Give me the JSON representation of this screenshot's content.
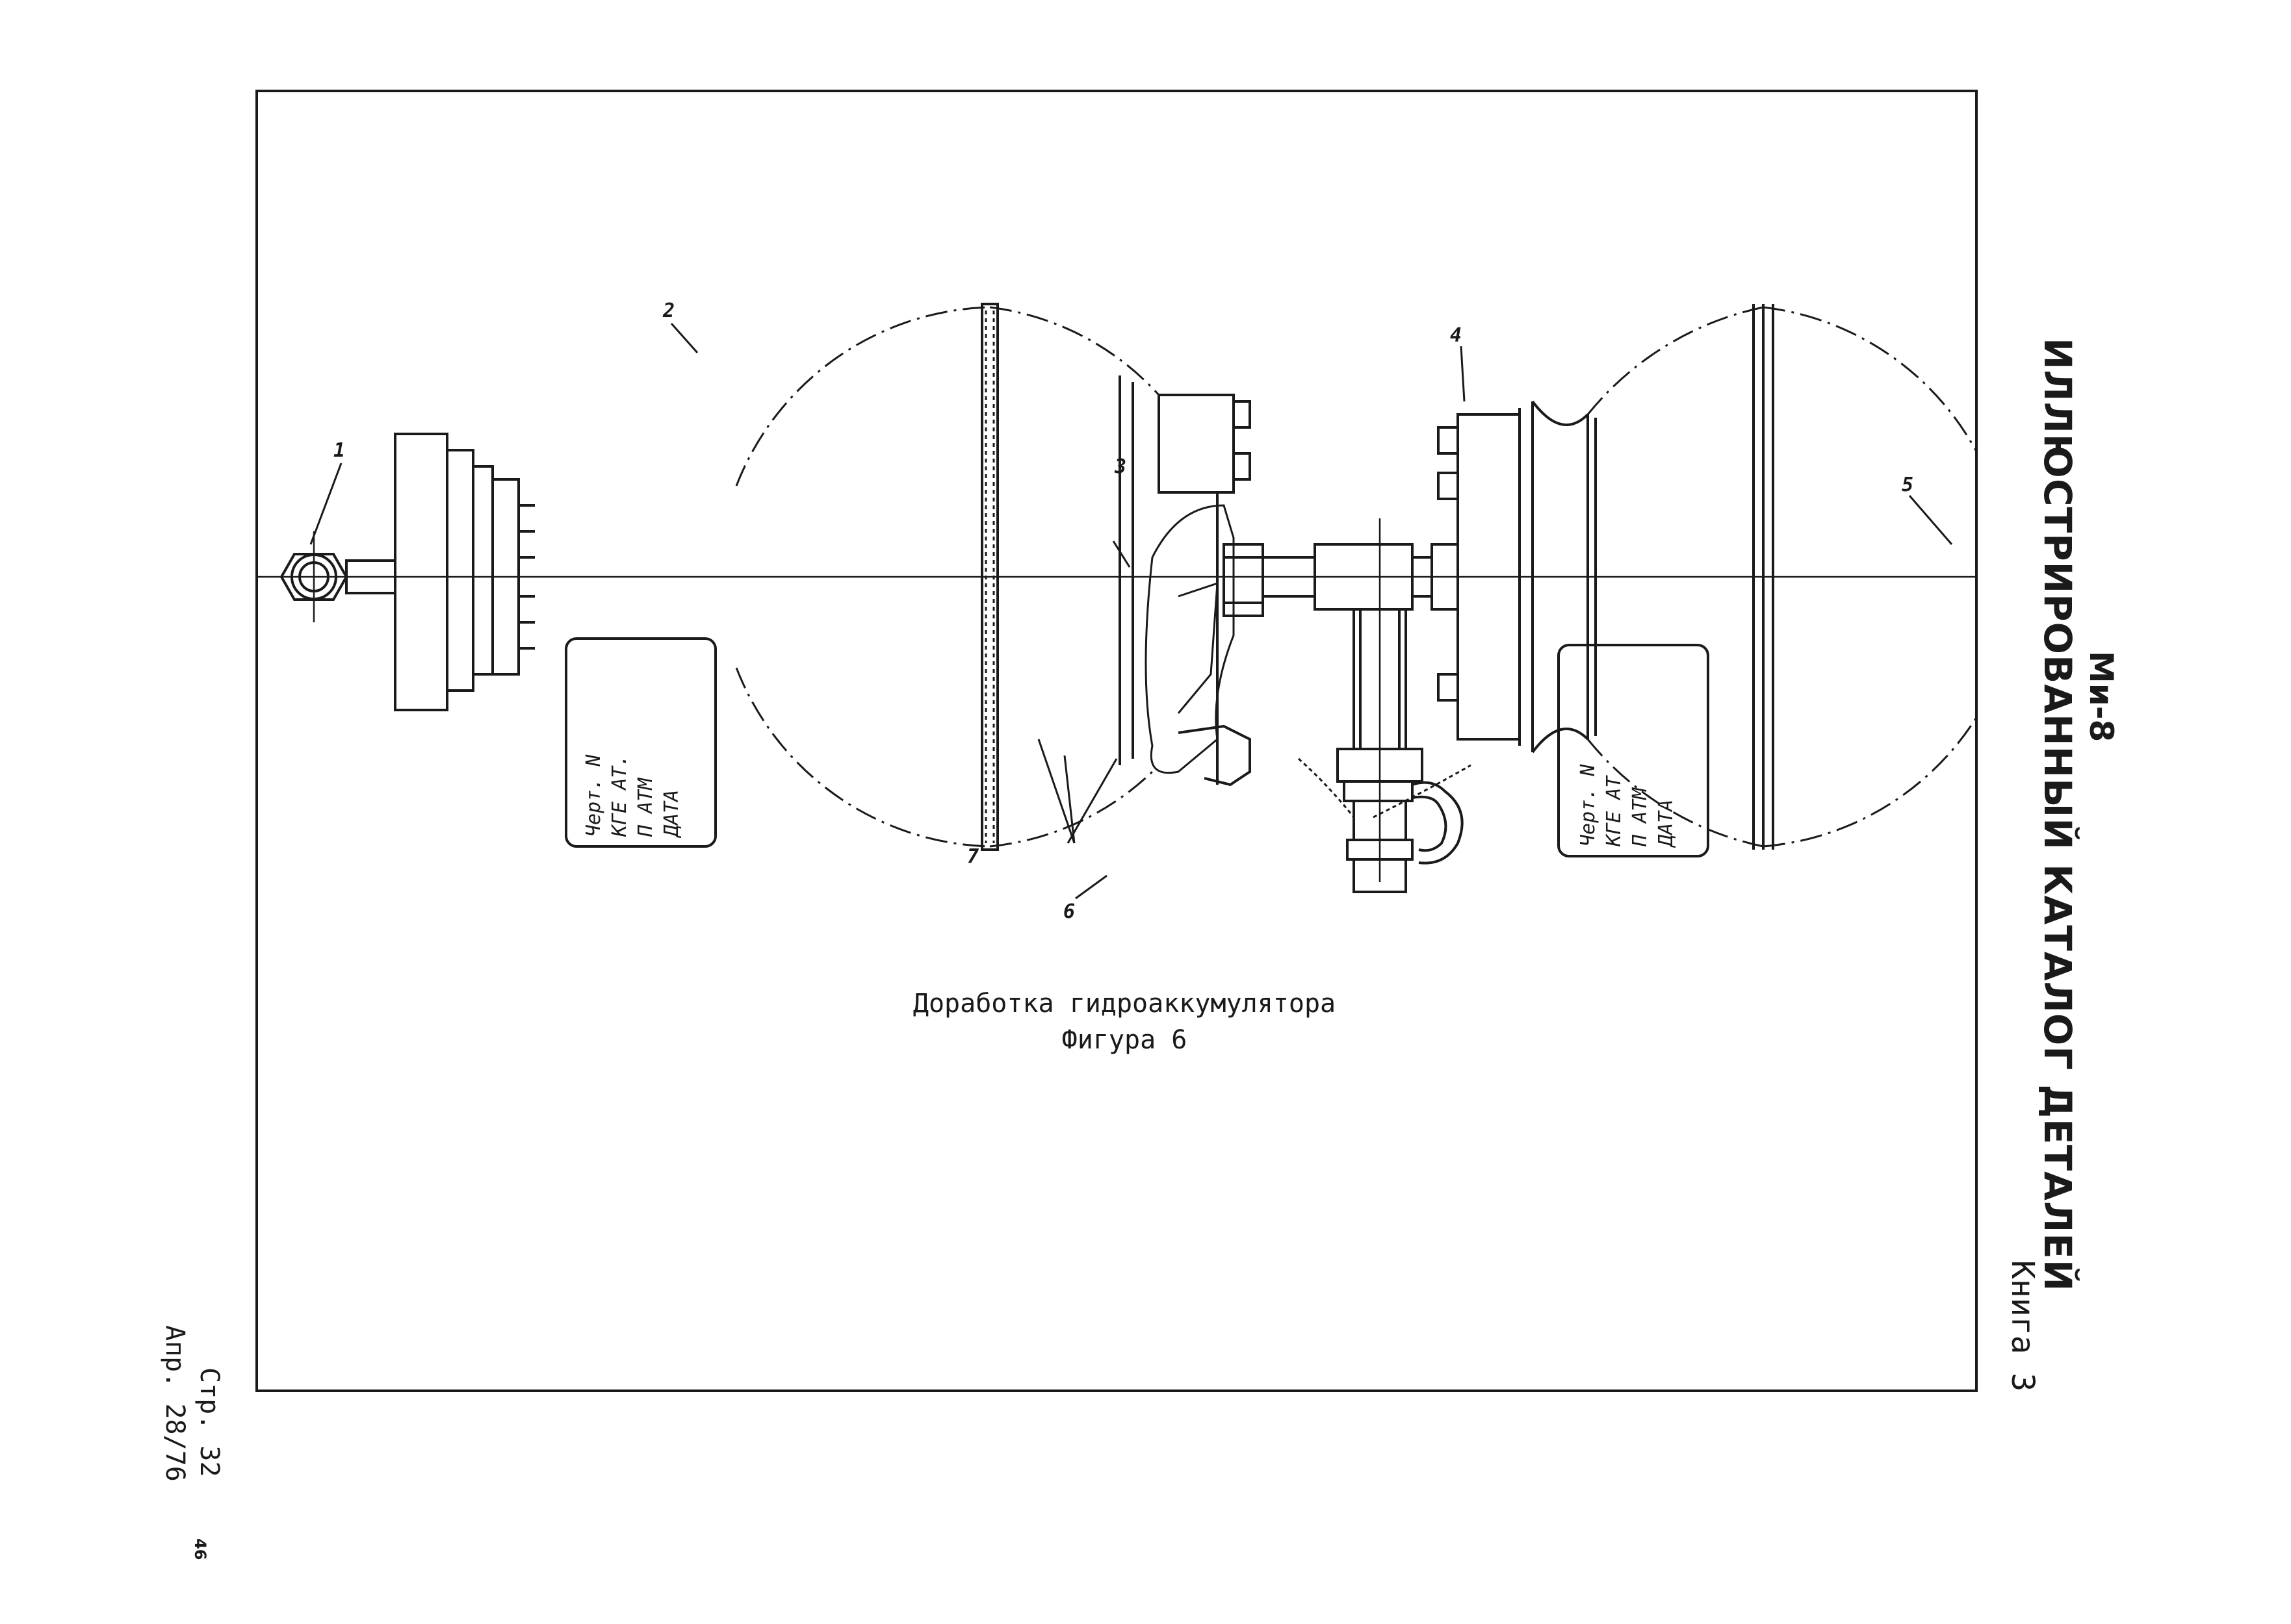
{
  "header": {
    "model": "Ми-8",
    "title": "ИЛЛЮСТРИРОВАННЫЙ КАТАЛОГ ДЕТАЛЕЙ"
  },
  "book": "Книга 3",
  "footer": {
    "page": "Стр. 32",
    "date": "Апр. 28/76",
    "sheet": "46"
  },
  "caption": {
    "line1": "Доработка гидроаккумулятора",
    "line2": "Фигура 6"
  },
  "callouts": [
    "1",
    "2",
    "3",
    "4",
    "5",
    "6",
    "7"
  ],
  "plates": {
    "left": [
      "Черт. N",
      "КГЕ АТ.",
      "П АТМ",
      "ДАТА"
    ],
    "right": [
      "Черт. N",
      "КГЕ АТ",
      "П АТМ",
      "ДАТА"
    ]
  }
}
